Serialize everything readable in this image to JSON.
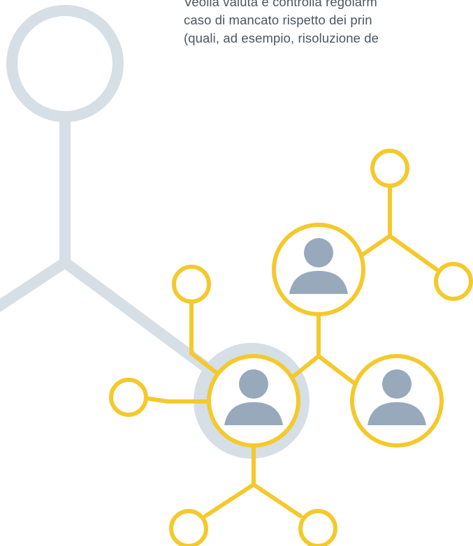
{
  "paragraph": {
    "line1": "Veolia valuta e controlla regolarm",
    "line2": "caso di mancato rispetto dei prin",
    "line3": "(quali, ad esempio, risoluzione de"
  },
  "colors": {
    "text": "#4b5563",
    "network_yellow": "#f4c92c",
    "structure_gray_blue": "#d6dee6",
    "person_silhouette": "#98a9bb"
  },
  "icons": {
    "person": "person-icon",
    "node": "node-circle"
  }
}
